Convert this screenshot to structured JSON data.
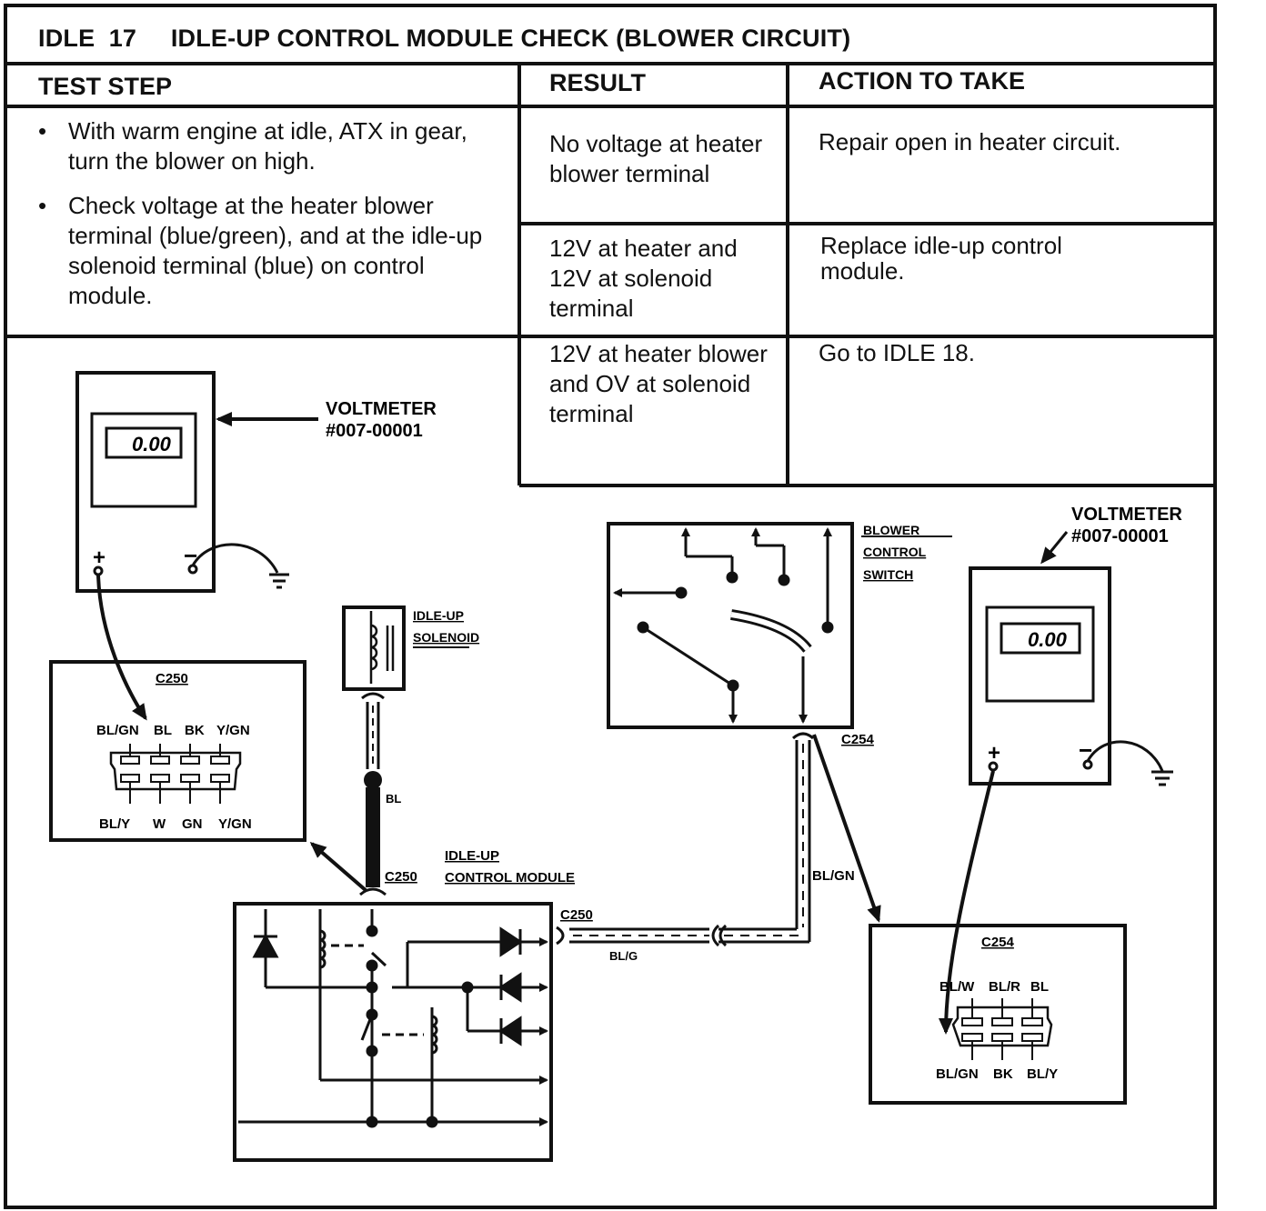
{
  "title": {
    "code": "IDLE  17",
    "text": "IDLE-UP CONTROL MODULE CHECK (BLOWER CIRCUIT)"
  },
  "headers": {
    "test_step": "TEST STEP",
    "result": "RESULT",
    "action": "ACTION TO TAKE"
  },
  "test_steps": [
    {
      "bullet": "•",
      "text": "With warm engine at idle, ATX in gear, turn the blower on high."
    },
    {
      "bullet": "•",
      "text": "Check voltage at the heater blower terminal (blue/green), and at the idle-up solenoid terminal (blue) on control module."
    }
  ],
  "rows": [
    {
      "result": "No voltage at heater blower terminal",
      "action": "Repair open in heater circuit."
    },
    {
      "result": "12V at heater and 12V at solenoid terminal",
      "action": "Replace idle-up control module."
    },
    {
      "result": "12V at heater blower and OV at solenoid terminal",
      "action": "Go to IDLE 18."
    }
  ],
  "diagram": {
    "voltmeter_left": {
      "label": "VOLTMETER",
      "part": "#007-00001",
      "display": "0.00",
      "plus": "+",
      "minus": "−"
    },
    "voltmeter_right": {
      "label": "VOLTMETER",
      "part": "#007-00001",
      "display": "0.00",
      "plus": "+",
      "minus": "−"
    },
    "c250_box": {
      "label": "C250",
      "top_pins": [
        "BL/GN",
        "BL",
        "BK",
        "Y/GN"
      ],
      "bottom_pins": [
        "BL/Y",
        "W",
        "GN",
        "Y/GN"
      ]
    },
    "c254_box": {
      "label": "C254",
      "top_pins": [
        "BL/W",
        "BL/R",
        "BL"
      ],
      "bottom_pins": [
        "BL/GN",
        "BK",
        "BL/Y"
      ]
    },
    "idle_up_solenoid": {
      "line1": "IDLE-UP",
      "line2": "SOLENOID"
    },
    "control_module": {
      "line1": "IDLE-UP",
      "line2": "CONTROL MODULE"
    },
    "blower_switch": {
      "line1": "BLOWER",
      "line2": "CONTROL",
      "line3": "SWITCH"
    },
    "wire_labels": {
      "bl": "BL",
      "c250_top": "C250",
      "c250_side": "C250",
      "blg": "BL/G",
      "blgn": "BL/GN",
      "c254": "C254"
    }
  }
}
